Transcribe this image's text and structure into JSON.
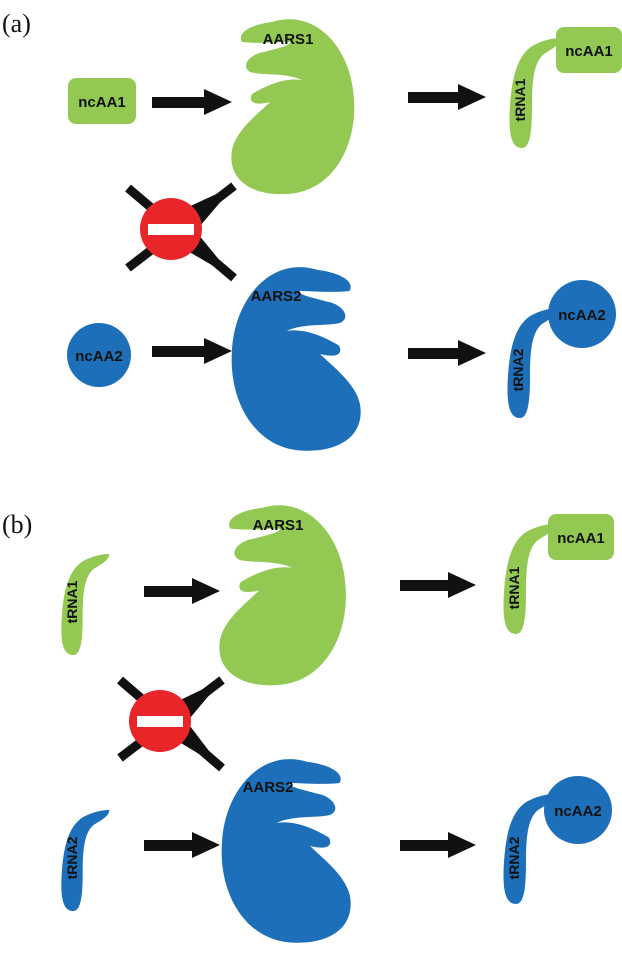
{
  "colors": {
    "green": "#93c953",
    "blue": "#1c6fb8",
    "arrow": "#111111",
    "stop_red": "#e8262a",
    "stop_bar": "#ffffff"
  },
  "icons": [
    "arrow-right-icon",
    "no-entry-icon",
    "cross-icon"
  ],
  "panels": [
    {
      "label": "(a)",
      "enzyme1": "AARS1",
      "enzyme2": "AARS2",
      "input1": "ncAA1",
      "input2": "ncAA2",
      "product1": {
        "trna": "tRNA1",
        "aa": "ncAA1"
      },
      "product2": {
        "trna": "tRNA2",
        "aa": "ncAA2"
      }
    },
    {
      "label": "(b)",
      "enzyme1": "AARS1",
      "enzyme2": "AARS2",
      "input1": "tRNA1",
      "input2": "tRNA2",
      "product1": {
        "trna": "tRNA1",
        "aa": "ncAA1"
      },
      "product2": {
        "trna": "tRNA2",
        "aa": "ncAA2"
      }
    }
  ]
}
